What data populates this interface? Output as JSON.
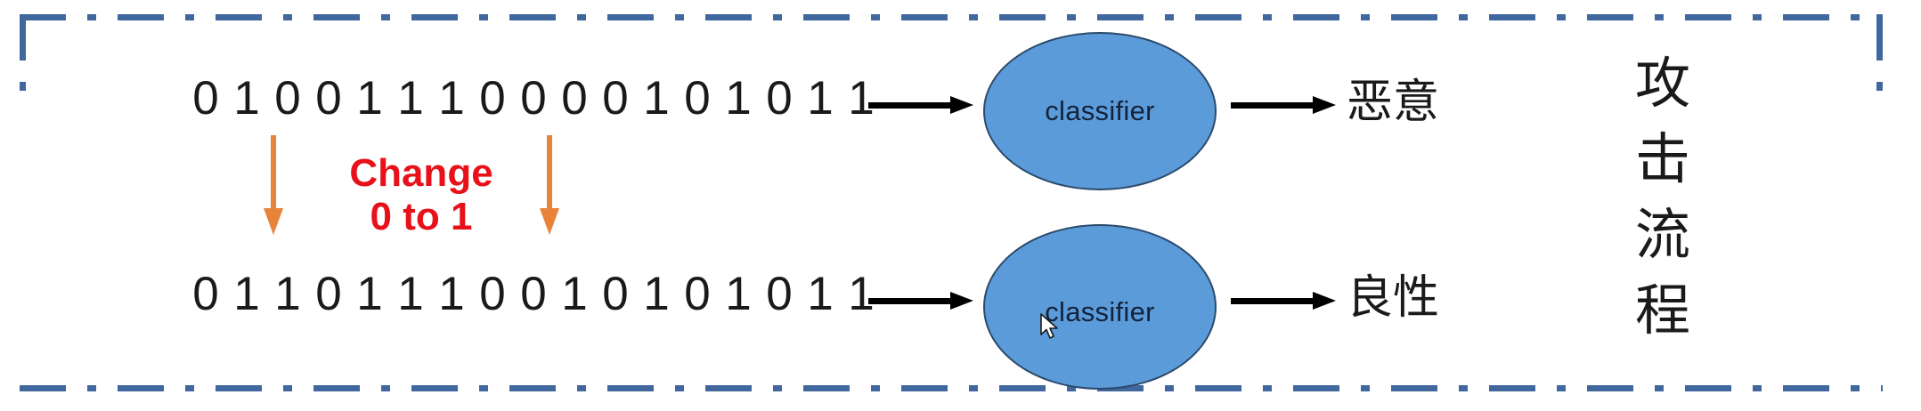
{
  "diagram": {
    "title_caption_vertical": [
      "攻",
      "击",
      "流",
      "程"
    ],
    "frame": {
      "border_color": "#40689f",
      "style": "dash-dot"
    },
    "rows": [
      {
        "id": "original",
        "bits": [
          "0",
          "1",
          "0",
          "0",
          "1",
          "1",
          "1",
          "0",
          "0",
          "0",
          "0",
          "1",
          "0",
          "1",
          "0",
          "1",
          "1"
        ]
      },
      {
        "id": "modified",
        "bits": [
          "0",
          "1",
          "1",
          "0",
          "1",
          "1",
          "1",
          "0",
          "0",
          "1",
          "0",
          "1",
          "0",
          "1",
          "0",
          "1",
          "1"
        ]
      }
    ],
    "change_label": {
      "line1": "Change",
      "line2": "0 to 1",
      "color": "#e8111a"
    },
    "change_arrows": [
      {
        "name": "change-arrow-1",
        "target_bit_index": 2,
        "color": "#e8833a"
      },
      {
        "name": "change-arrow-2",
        "target_bit_index": 9,
        "color": "#e8833a"
      }
    ],
    "classifiers": [
      {
        "id": "classifier-top",
        "label": "classifier",
        "fill": "#5b9bd9"
      },
      {
        "id": "classifier-bottom",
        "label": "classifier",
        "fill": "#5b9bd9"
      }
    ],
    "outputs": [
      {
        "id": "output-top",
        "label": "恶意"
      },
      {
        "id": "output-bottom",
        "label": "良性"
      }
    ],
    "flow_arrows": [
      {
        "name": "flow-arrow-in-top",
        "color": "#000000"
      },
      {
        "name": "flow-arrow-out-top",
        "color": "#000000"
      },
      {
        "name": "flow-arrow-in-bottom",
        "color": "#000000"
      },
      {
        "name": "flow-arrow-out-bottom",
        "color": "#000000"
      }
    ],
    "cursor": {
      "visible": true,
      "over": "classifier-bottom"
    }
  }
}
